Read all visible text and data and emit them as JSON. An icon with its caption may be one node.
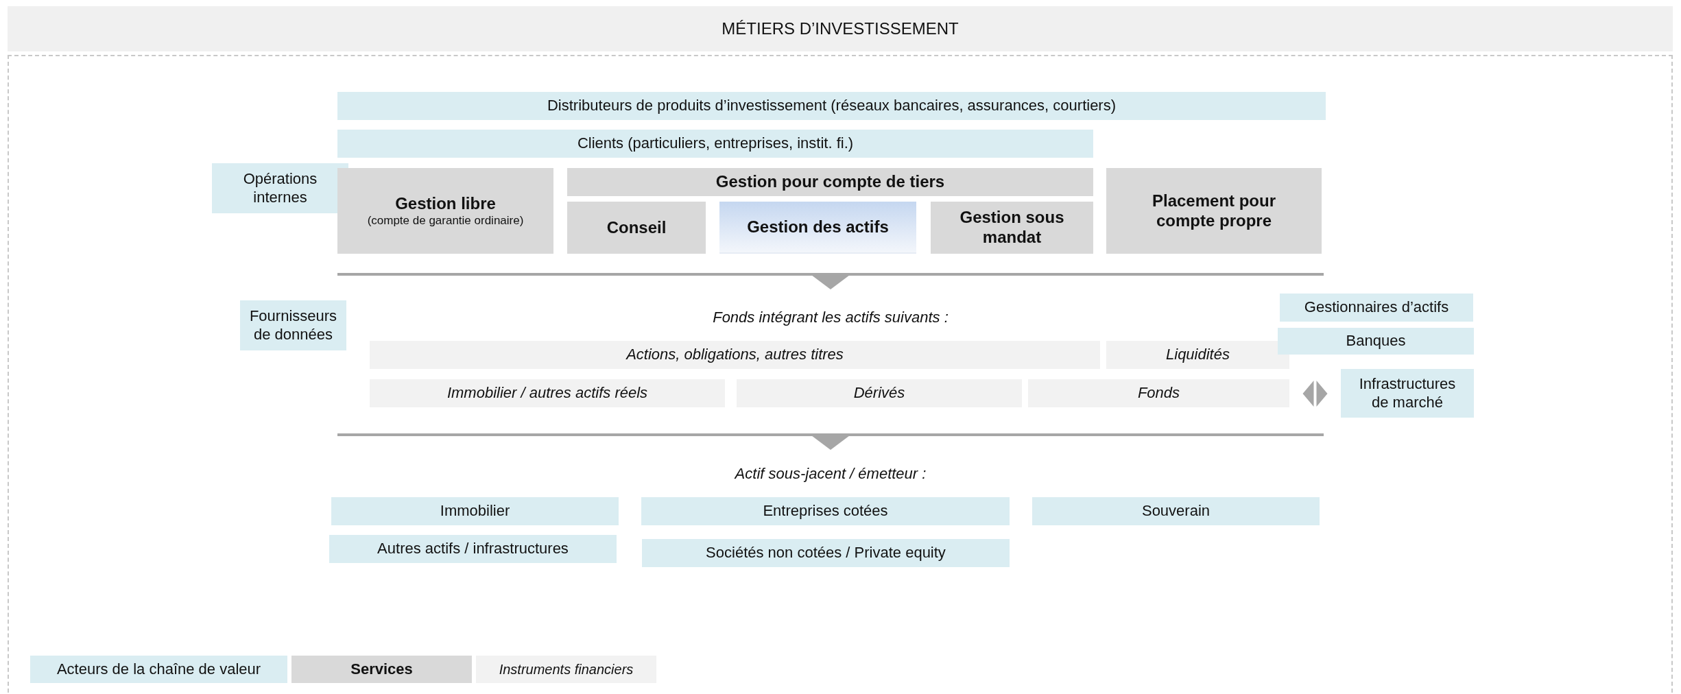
{
  "diagram": {
    "title": "MÉTIERS D’INVESTISSEMENT",
    "nodes": [
      {
        "text": [
          "Distributeurs de produits d’investissement (réseaux bancaires, assurances, courtiers)"
        ]
      },
      {
        "text": [
          "Clients (particuliers, entreprises, instit. fi.)"
        ]
      },
      {
        "text": [
          "Opérations internes"
        ]
      },
      {
        "text": [
          "Gestion libre",
          "(compte de garantie ordinaire)"
        ]
      },
      {
        "text": [
          "Gestion pour compte de tiers"
        ]
      },
      {
        "text": [
          "Conseil"
        ]
      },
      {
        "text": [
          "Gestion des actifs"
        ]
      },
      {
        "text": [
          "Gestion sous mandat"
        ]
      },
      {
        "text": [
          "Placement pour compte propre"
        ]
      },
      {
        "text": [
          "Fournisseurs de données"
        ]
      },
      {
        "text": [
          "Gestionnaires d’actifs"
        ]
      },
      {
        "text": [
          "Actions, obligations, autres titres"
        ]
      },
      {
        "text": [
          "Liquidités"
        ]
      },
      {
        "text": [
          "Banques"
        ]
      },
      {
        "text": [
          "Immobilier / autres actifs réels"
        ]
      },
      {
        "text": [
          "Dérivés"
        ]
      },
      {
        "text": [
          "Fonds"
        ]
      },
      {
        "text": [
          "Infrastructures de marché"
        ]
      },
      {
        "text": [
          "Immobilier"
        ]
      },
      {
        "text": [
          "Entreprises cotées"
        ]
      },
      {
        "text": [
          "Souverain"
        ]
      },
      {
        "text": [
          "Autres actifs / infrastructures"
        ]
      },
      {
        "text": [
          "Sociétés non cotées / Private equity"
        ]
      }
    ],
    "edges": [
      {
        "from": 16,
        "to": 17,
        "arrow": "both"
      }
    ],
    "labels": [
      "Fonds intégrant les actifs suivants :",
      "Actif sous-jacent / émetteur :"
    ],
    "legend": [
      {
        "text": "Acteurs de la chaîne de valeur",
        "color": "#daedf2"
      },
      {
        "text": "Services",
        "color": "#d9d9d9"
      },
      {
        "text": "Instruments financiers",
        "color": "#f2f2f2"
      }
    ]
  }
}
